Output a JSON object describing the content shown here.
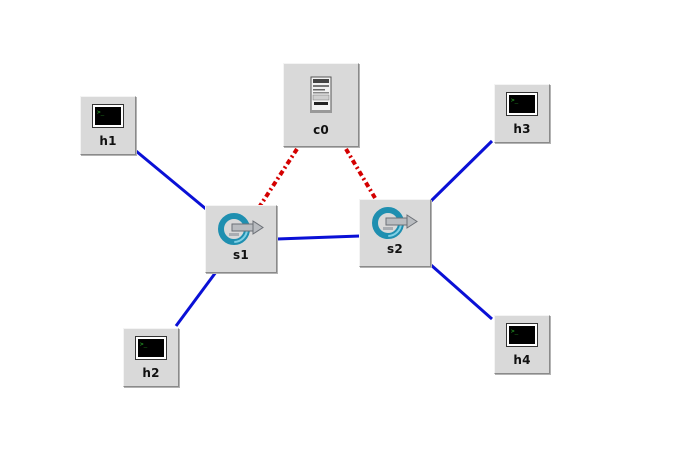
{
  "nodes": {
    "h1": {
      "label": "h1"
    },
    "h2": {
      "label": "h2"
    },
    "h3": {
      "label": "h3"
    },
    "h4": {
      "label": "h4"
    },
    "s1": {
      "label": "s1"
    },
    "s2": {
      "label": "s2"
    },
    "c0": {
      "label": "c0"
    }
  },
  "links": [
    {
      "from": "h1",
      "to": "s1",
      "kind": "data"
    },
    {
      "from": "h2",
      "to": "s1",
      "kind": "data"
    },
    {
      "from": "s1",
      "to": "s2",
      "kind": "data"
    },
    {
      "from": "h3",
      "to": "s2",
      "kind": "data"
    },
    {
      "from": "h4",
      "to": "s2",
      "kind": "data"
    },
    {
      "from": "c0",
      "to": "s1",
      "kind": "control"
    },
    {
      "from": "c0",
      "to": "s2",
      "kind": "control"
    }
  ],
  "colors": {
    "data_link": "#0a10d6",
    "control_link": "#d40000",
    "node_face": "#d9d9d9",
    "terminal_screen": "#000000",
    "terminal_prompt": "#2fbf2f",
    "switch_teal": "#1f8fb0"
  },
  "icons": {
    "host": "terminal-icon",
    "switch": "openflow-switch-icon",
    "controller": "server-tower-icon"
  }
}
